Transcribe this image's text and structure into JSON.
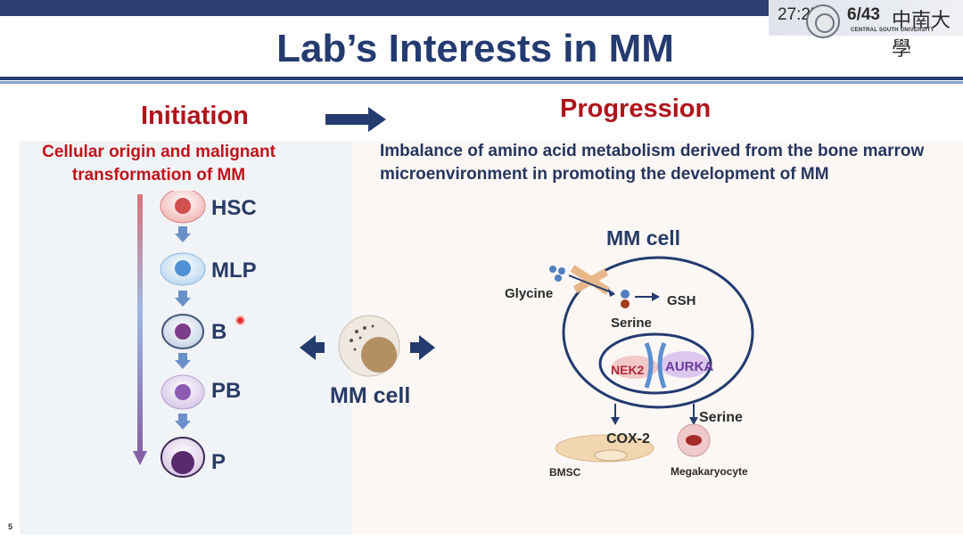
{
  "header": {
    "timer": "27:27",
    "slide_counter": "6/43",
    "university_cn": "中南大學",
    "university_en": "CENTRAL SOUTH UNIVERSITY"
  },
  "slide": {
    "title": "Lab’s Interests in MM",
    "page_number": "5",
    "initiation": {
      "heading": "Initiation",
      "subtitle": "Cellular origin and malignant transformation of MM",
      "stages": [
        "HSC",
        "MLP",
        "B",
        "PB",
        "P"
      ],
      "mm_cell_label": "MM cell"
    },
    "progression": {
      "heading": "Progression",
      "subtitle": "Imbalance of amino acid metabolism derived from the bone marrow microenvironment in promoting the development of MM",
      "diagram": {
        "cell_title": "MM cell",
        "glycine": "Glycine",
        "gsh": "GSH",
        "serine_inside": "Serine",
        "nek2": "NEK2",
        "aurka": "AURKA",
        "serine_outside": "Serine",
        "cox2": "COX-2",
        "bmsc": "BMSC",
        "megakaryocyte": "Megakaryocyte"
      }
    }
  },
  "colors": {
    "title": "#243b70",
    "heading_red": "#b0141b",
    "label_navy": "#283b66"
  },
  "icons": [
    "right-arrow-icon",
    "left-arrow-icon",
    "down-arrow-icon",
    "laser-pointer-icon"
  ]
}
